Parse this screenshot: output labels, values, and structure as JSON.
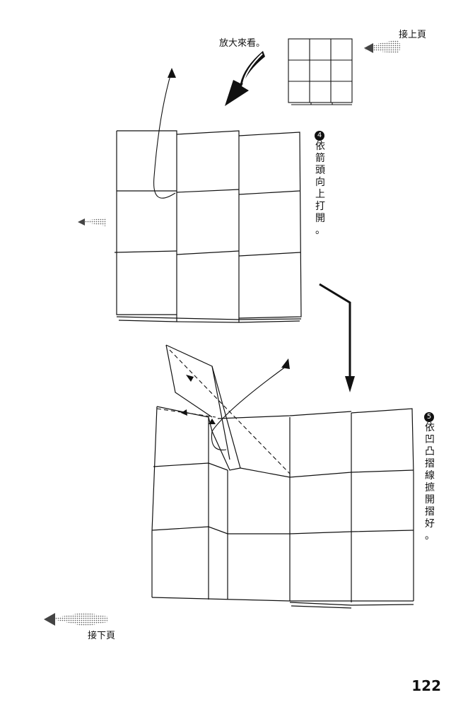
{
  "labels": {
    "continue_from": "接上頁",
    "zoom_in": "放大來看。",
    "continue_next": "接下頁"
  },
  "steps": [
    {
      "number": "4",
      "text": [
        "依",
        "箭",
        "頭",
        "向",
        "上",
        "打",
        "開",
        "。"
      ]
    },
    {
      "number": "5",
      "text": [
        "依",
        "凹",
        "凸",
        "摺",
        "線",
        "摭",
        "開",
        "摺",
        "好",
        "。"
      ]
    }
  ],
  "page_number": "122"
}
